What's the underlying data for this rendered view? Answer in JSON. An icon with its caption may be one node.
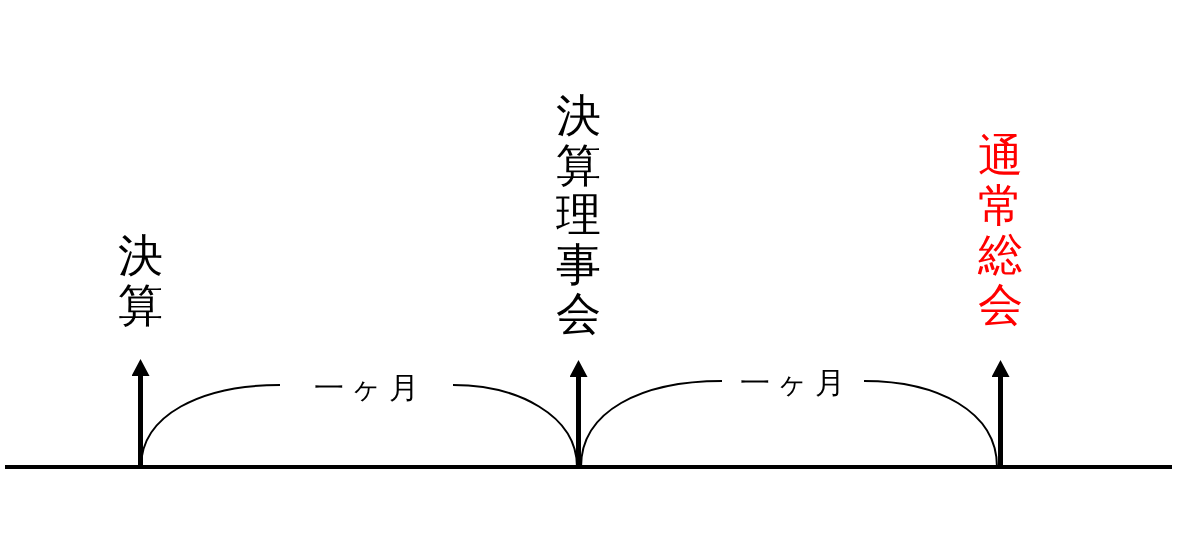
{
  "diagram": {
    "nodes": [
      {
        "text": [
          "決算"
        ]
      },
      {
        "text": [
          "決算理事会"
        ]
      },
      {
        "text": [
          "通常総会"
        ]
      },
      {
        "text": [],
        "shape": "line"
      }
    ],
    "edges": [
      {
        "from": 3,
        "to": 0,
        "arrow": "to"
      },
      {
        "from": 3,
        "to": 1,
        "arrow": "to"
      },
      {
        "from": 3,
        "to": 2,
        "arrow": "to"
      }
    ],
    "labels": [
      "一ヶ月",
      "一ヶ月"
    ]
  }
}
